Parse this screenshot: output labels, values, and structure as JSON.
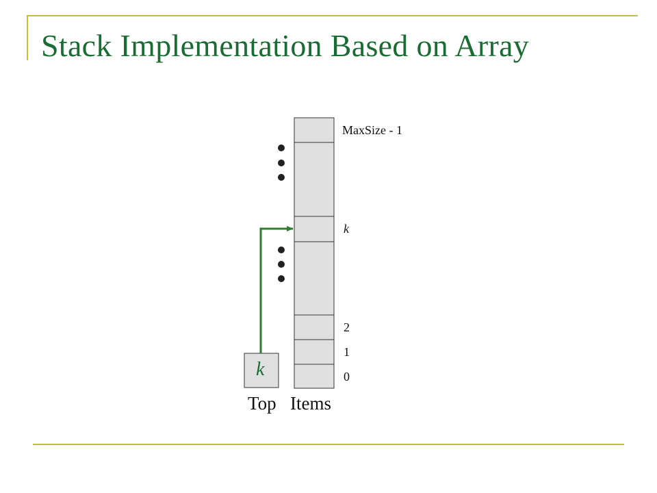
{
  "slide": {
    "title": "Stack Implementation Based on Array",
    "accent_color": "#c8bc3c",
    "title_color": "#1b6b34"
  },
  "diagram": {
    "array_labels": {
      "max": "MaxSize - 1",
      "k": "k",
      "two": "2",
      "one": "1",
      "zero": "0"
    },
    "top_value": "k",
    "captions": {
      "top": "Top",
      "items": "Items"
    },
    "cell_fill": "#e0e0e0",
    "pointer_color": "#2e7d32"
  }
}
